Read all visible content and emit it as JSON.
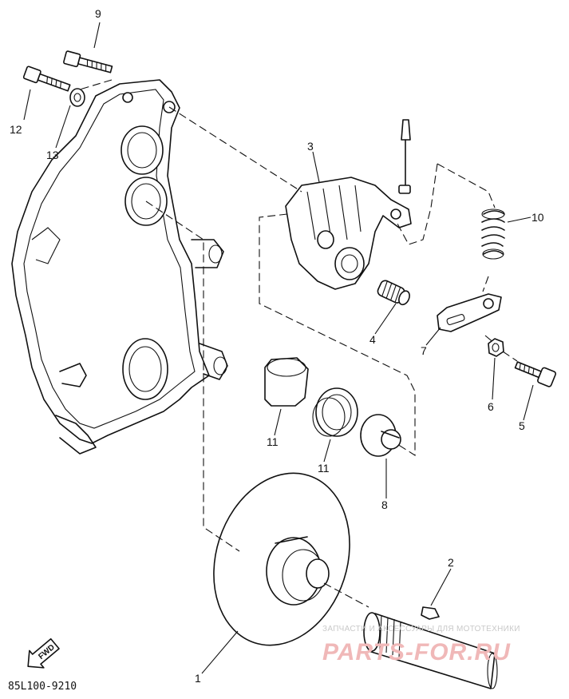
{
  "diagram": {
    "drawing_code": "85L100-9210",
    "fwd_label": "FWD",
    "callouts": [
      {
        "id": "c1",
        "text": "1"
      },
      {
        "id": "c2",
        "text": "2"
      },
      {
        "id": "c3",
        "text": "3"
      },
      {
        "id": "c4",
        "text": "4"
      },
      {
        "id": "c5",
        "text": "5"
      },
      {
        "id": "c6",
        "text": "6"
      },
      {
        "id": "c7",
        "text": "7"
      },
      {
        "id": "c8",
        "text": "8"
      },
      {
        "id": "c9",
        "text": "9"
      },
      {
        "id": "c10",
        "text": "10"
      },
      {
        "id": "c11a",
        "text": "11"
      },
      {
        "id": "c11b",
        "text": "11"
      },
      {
        "id": "c12",
        "text": "12"
      },
      {
        "id": "c13",
        "text": "13"
      }
    ]
  },
  "watermark": {
    "tagline": "ЗАПЧАСТИ И АКСЕССУАРЫ ДЛЯ МОТОТЕХНИКИ",
    "logo": "PARTS-FOR.RU"
  }
}
